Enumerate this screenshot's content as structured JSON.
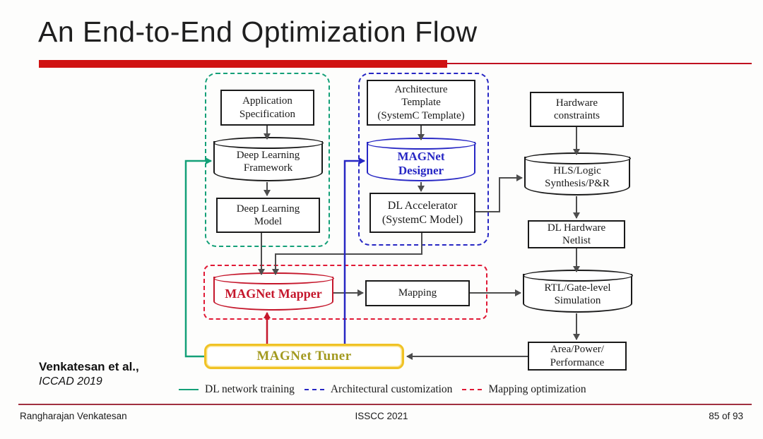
{
  "slide": {
    "title": "An End-to-End Optimization Flow",
    "citation_authors": "Venkatesan et al.,",
    "citation_venue": "ICCAD 2019",
    "footer_left": "Rangharajan Venkatesan",
    "footer_center": "ISSCC 2021",
    "footer_right": "85 of 93"
  },
  "colors": {
    "title_underline_red": "#d01212",
    "dl_training_green": "#14a078",
    "arch_customization_blue": "#2727c4",
    "mapping_optimization_red": "#e01935",
    "magnet_mapper_red": "#c5172c",
    "magnet_tuner_yellow": "#f0c225",
    "magnet_tuner_text": "#a39a20",
    "arrow_gray": "#4d4d4d"
  },
  "diagram": {
    "nodes": {
      "app_spec": {
        "lines": [
          "Application",
          "Specification"
        ]
      },
      "dl_framework": {
        "lines": [
          "Deep Learning",
          "Framework"
        ]
      },
      "dl_model": {
        "lines": [
          "Deep Learning",
          "Model"
        ]
      },
      "arch_template": {
        "lines": [
          "Architecture",
          "Template",
          "(SystemC Template)"
        ]
      },
      "magnet_designer": {
        "lines": [
          "MAGNet",
          "Designer"
        ]
      },
      "dl_accelerator": {
        "lines": [
          "DL Accelerator",
          "(SystemC Model)"
        ]
      },
      "hw_constraints": {
        "lines": [
          "Hardware",
          "constraints"
        ]
      },
      "hls_synthesis": {
        "lines": [
          "HLS/Logic",
          "Synthesis/P&R"
        ]
      },
      "dl_hw_netlist": {
        "lines": [
          "DL Hardware",
          "Netlist"
        ]
      },
      "rtl_simulation": {
        "lines": [
          "RTL/Gate-level",
          "Simulation"
        ]
      },
      "area_power_perf": {
        "lines": [
          "Area/Power/",
          "Performance"
        ]
      },
      "magnet_mapper": {
        "label": "MAGNet Mapper"
      },
      "mapping": {
        "label": "Mapping"
      },
      "magnet_tuner": {
        "label": "MAGNet Tuner"
      }
    },
    "legend": [
      {
        "label": "DL network training"
      },
      {
        "label": "Architectural customization"
      },
      {
        "label": "Mapping optimization"
      }
    ]
  }
}
